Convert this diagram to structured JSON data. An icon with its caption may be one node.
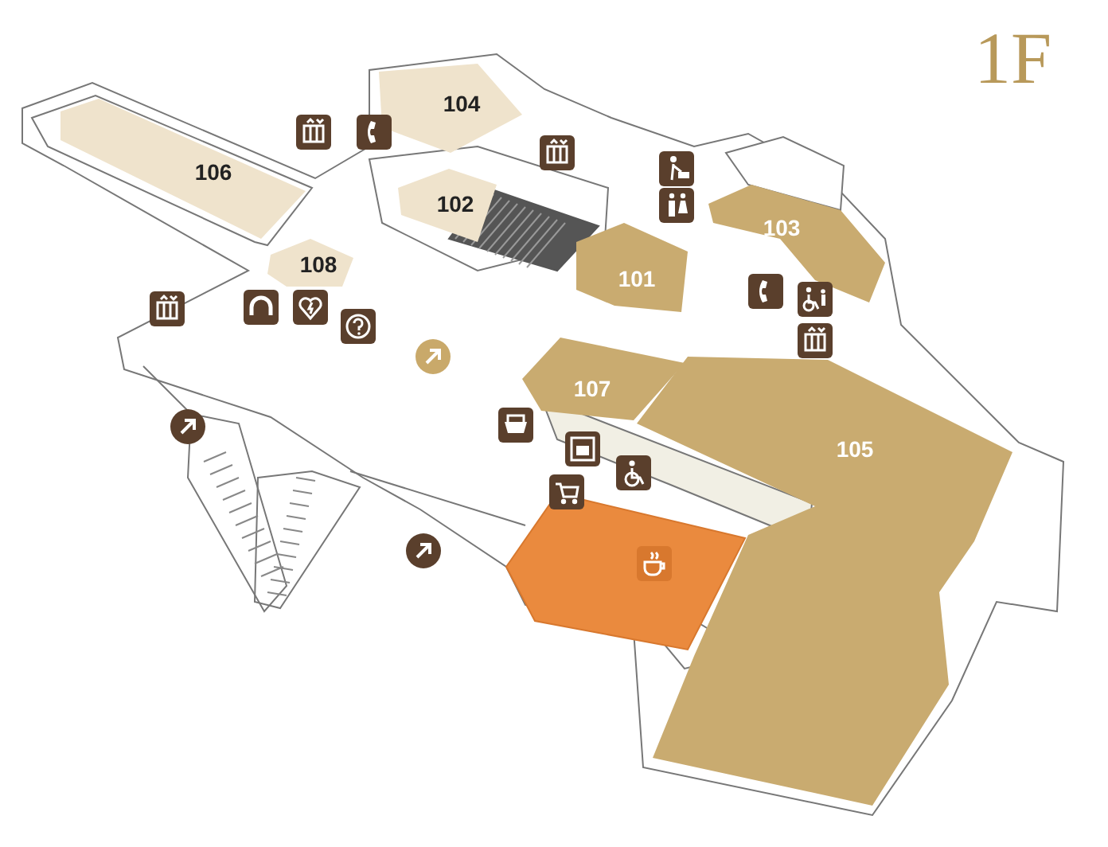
{
  "diagram": {
    "title": "1F",
    "nodes": [
      {
        "text": [
          "104"
        ]
      },
      {
        "text": [
          "106"
        ]
      },
      {
        "text": [
          "102"
        ]
      },
      {
        "text": [
          "103"
        ]
      },
      {
        "text": [
          "108"
        ]
      },
      {
        "text": [
          "101"
        ]
      },
      {
        "text": [
          "107"
        ]
      },
      {
        "text": [
          "105"
        ]
      }
    ]
  }
}
